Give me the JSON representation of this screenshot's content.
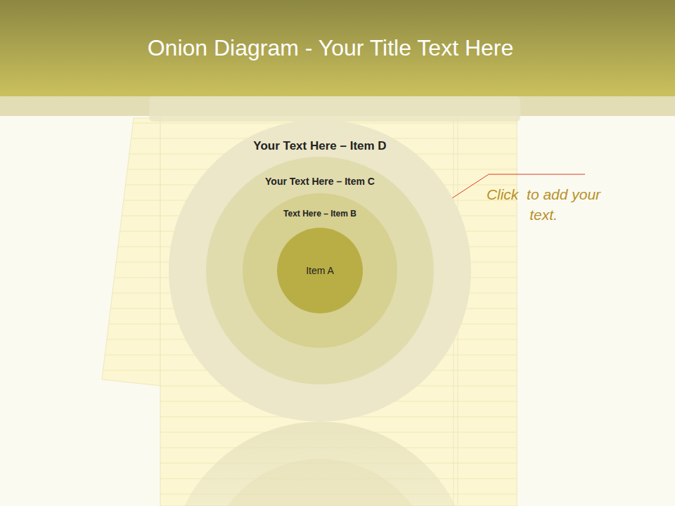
{
  "diagram": {
    "title": "Onion Diagram - Your Title Text Here",
    "nodes": [
      {
        "text": [
          "Your Text Here – Item D"
        ]
      },
      {
        "text": [
          "Your Text Here – Item C"
        ],
        "in": 0
      },
      {
        "text": [
          "Text Here – Item B"
        ],
        "in": 1
      },
      {
        "text": [
          "Item A"
        ],
        "in": 2
      }
    ],
    "labels": [
      "Click  to add your text."
    ]
  }
}
